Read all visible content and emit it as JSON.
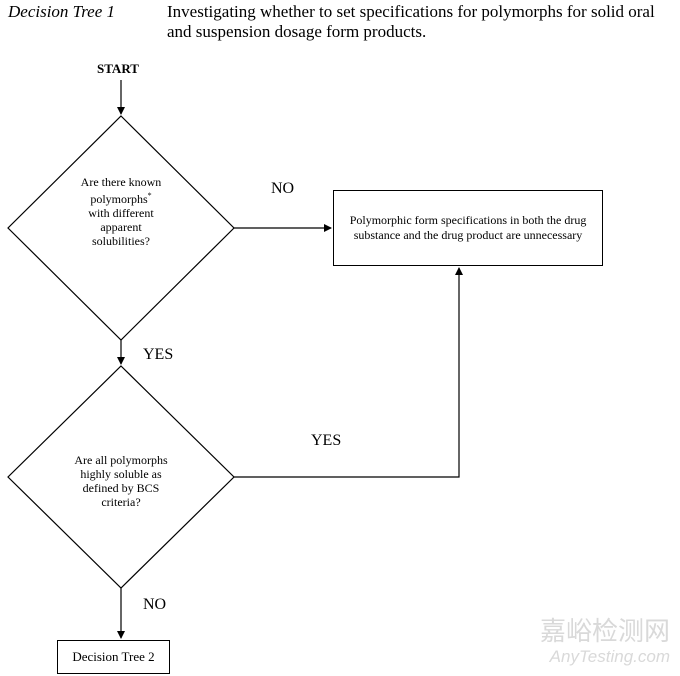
{
  "header": {
    "tree_label": "Decision Tree 1",
    "title": "Investigating whether to set specifications for polymorphs for solid oral and suspension dosage form products."
  },
  "flow": {
    "start": "START",
    "decision1": {
      "line1": "Are there known",
      "line2": "polymorphs",
      "footnote_mark": "*",
      "line3": "with different",
      "line4": "apparent",
      "line5": "solubilities?"
    },
    "decision1_no": "NO",
    "decision1_yes": "YES",
    "conclusion": "Polymorphic form specifications in both the drug substance and the drug product are unnecessary",
    "decision2": {
      "line1": "Are all polymorphs",
      "line2": "highly soluble as",
      "line3": "defined by BCS",
      "line4": "criteria?"
    },
    "decision2_yes": "YES",
    "decision2_no": "NO",
    "next": "Decision Tree 2"
  },
  "watermark": {
    "line1": "嘉峪检测网",
    "line2": "AnyTesting.com"
  }
}
